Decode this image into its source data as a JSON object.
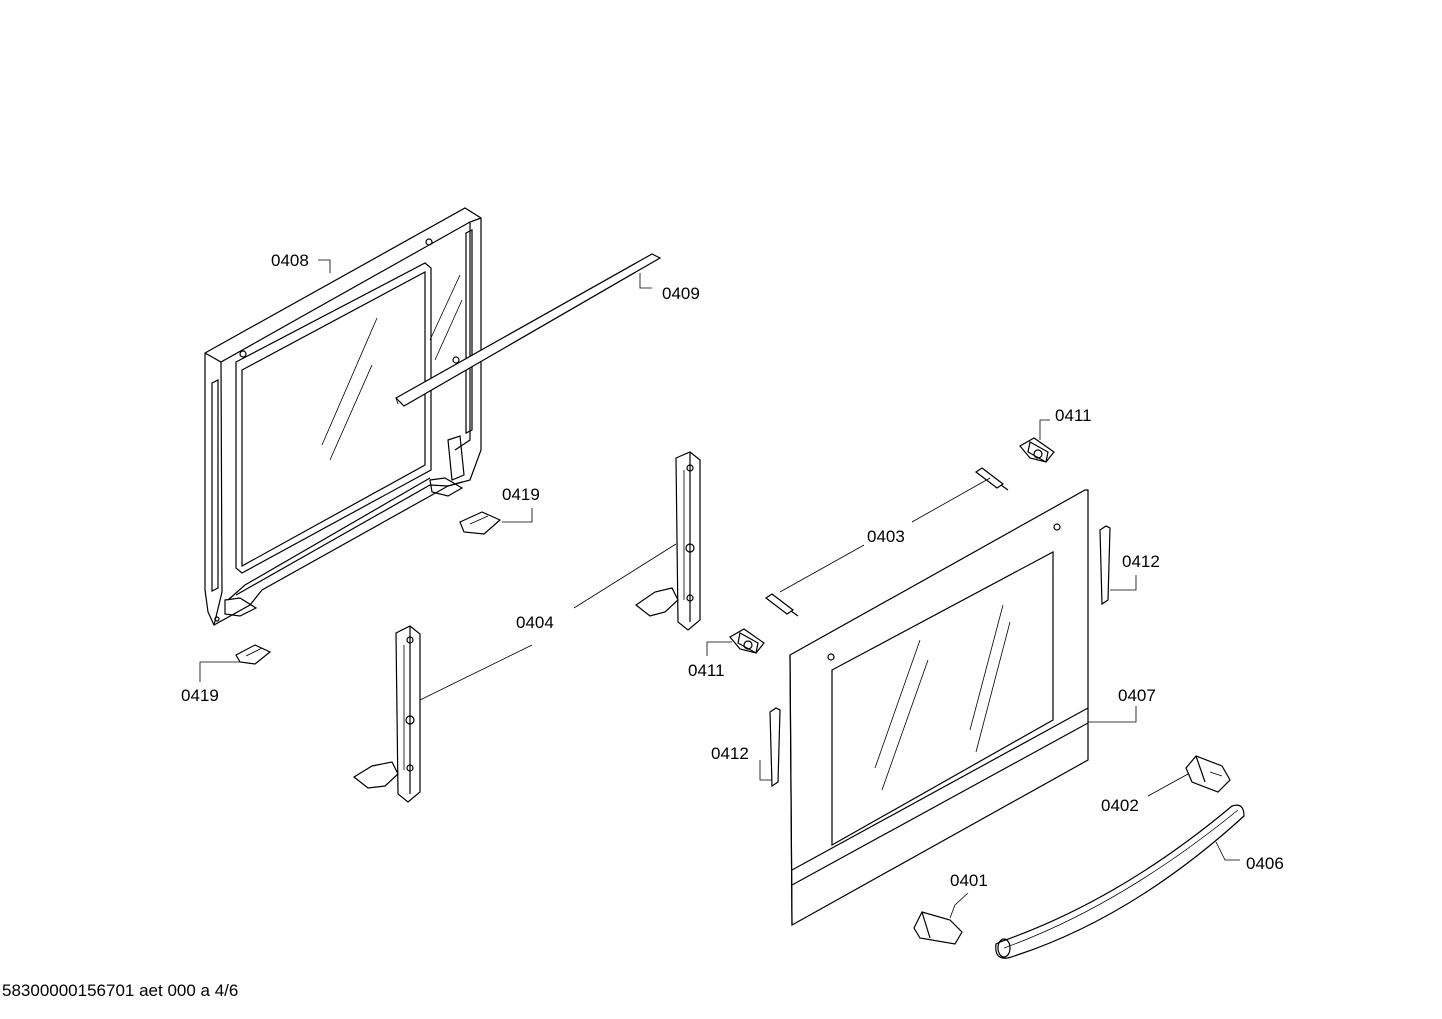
{
  "diagram": {
    "callouts": [
      {
        "id": "0408",
        "text": "0408"
      },
      {
        "id": "0409",
        "text": "0409"
      },
      {
        "id": "0419_top",
        "text": "0419"
      },
      {
        "id": "0419_bottom",
        "text": "0419"
      },
      {
        "id": "0404",
        "text": "0404"
      },
      {
        "id": "0411_top",
        "text": "0411"
      },
      {
        "id": "0411_bottom",
        "text": "0411"
      },
      {
        "id": "0403",
        "text": "0403"
      },
      {
        "id": "0412_right",
        "text": "0412"
      },
      {
        "id": "0412_left",
        "text": "0412"
      },
      {
        "id": "0407",
        "text": "0407"
      },
      {
        "id": "0402",
        "text": "0402"
      },
      {
        "id": "0406",
        "text": "0406"
      },
      {
        "id": "0401",
        "text": "0401"
      }
    ],
    "footer_text": "58300000156701 aet 000 a 4/6"
  }
}
